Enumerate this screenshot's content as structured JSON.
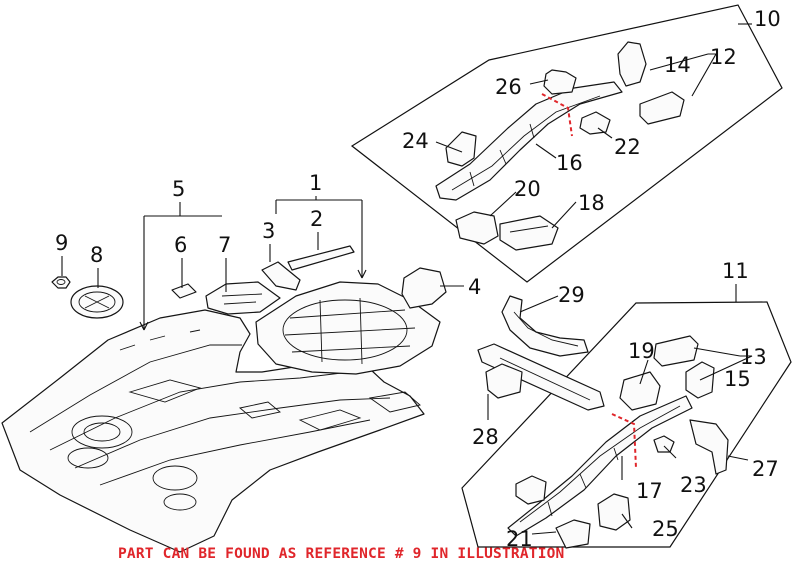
{
  "callouts": {
    "c1": "1",
    "c2": "2",
    "c3": "3",
    "c4": "4",
    "c5": "5",
    "c6": "6",
    "c7": "7",
    "c8": "8",
    "c9": "9",
    "c10": "10",
    "c11": "11",
    "c12": "12",
    "c13": "13",
    "c14": "14",
    "c15": "15",
    "c16": "16",
    "c17": "17",
    "c18": "18",
    "c19": "19",
    "c20": "20",
    "c21": "21",
    "c22": "22",
    "c23": "23",
    "c24": "24",
    "c25": "25",
    "c26": "26",
    "c27": "27",
    "c28": "28",
    "c29": "29"
  },
  "footer_note": "PART CAN BE FOUND AS REFERENCE # 9 IN ILLUSTRATION",
  "colors": {
    "line": "#111111",
    "highlight_red": "#e0262b"
  }
}
